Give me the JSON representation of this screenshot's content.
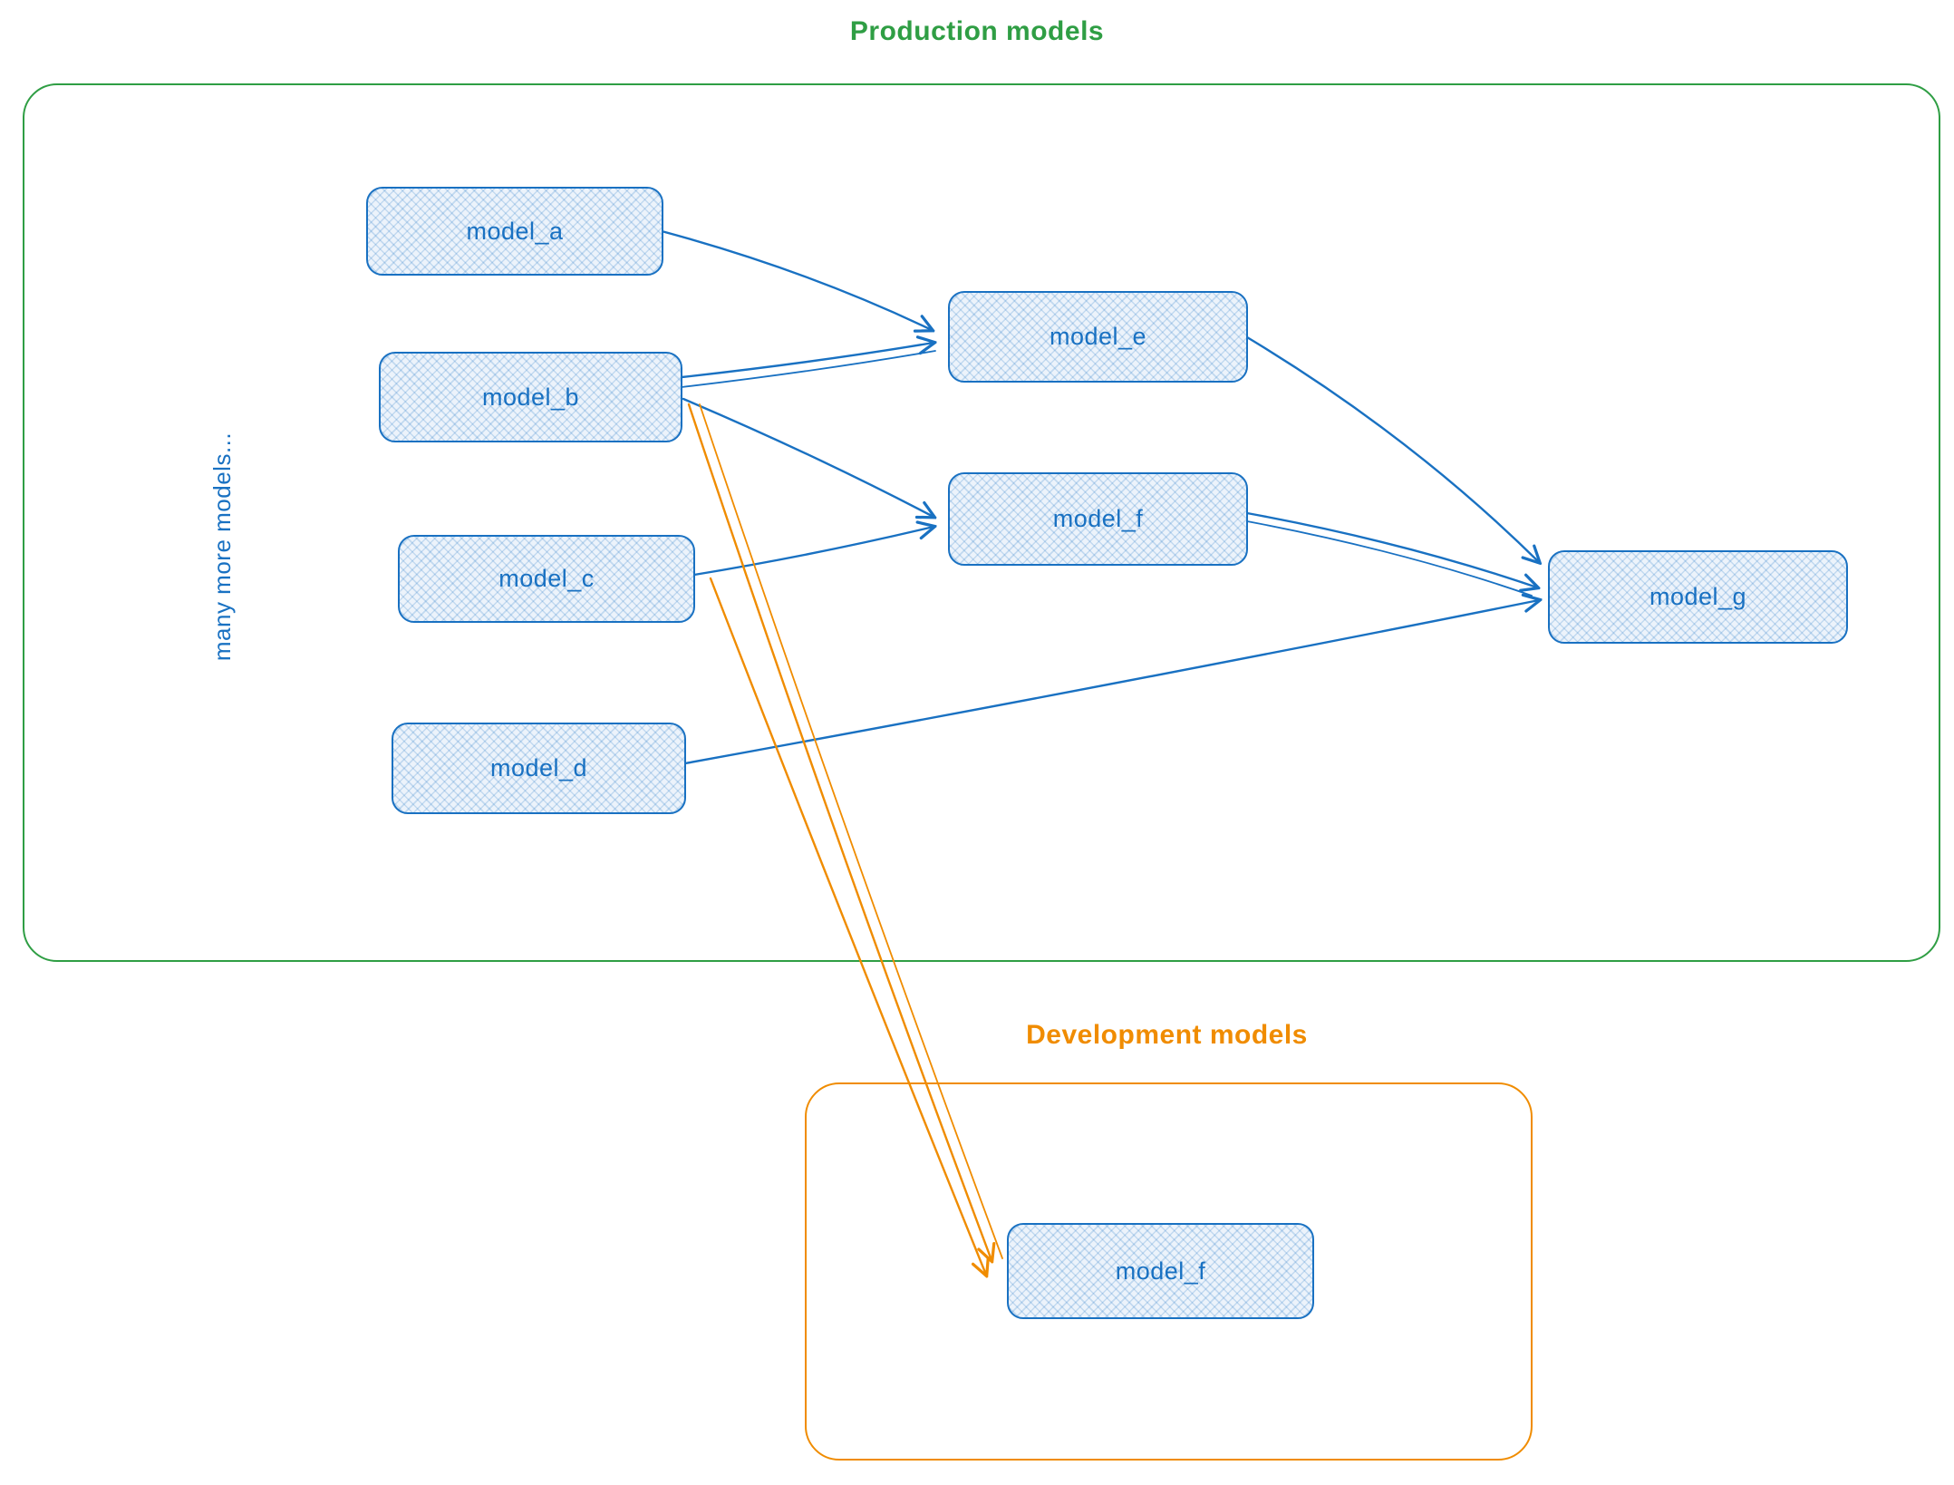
{
  "diagram": {
    "production": {
      "title": "Production models",
      "side_label": "many more models...",
      "nodes": [
        {
          "id": "model_a",
          "label": "model_a"
        },
        {
          "id": "model_b",
          "label": "model_b"
        },
        {
          "id": "model_c",
          "label": "model_c"
        },
        {
          "id": "model_d",
          "label": "model_d"
        },
        {
          "id": "model_e",
          "label": "model_e"
        },
        {
          "id": "model_f",
          "label": "model_f"
        },
        {
          "id": "model_g",
          "label": "model_g"
        }
      ]
    },
    "development": {
      "title": "Development models",
      "nodes": [
        {
          "id": "model_f_dev",
          "label": "model_f"
        }
      ]
    },
    "edges": [
      {
        "from": "model_a",
        "to": "model_e",
        "color": "blue"
      },
      {
        "from": "model_b",
        "to": "model_e",
        "color": "blue"
      },
      {
        "from": "model_b",
        "to": "model_f",
        "color": "blue"
      },
      {
        "from": "model_c",
        "to": "model_f",
        "color": "blue"
      },
      {
        "from": "model_e",
        "to": "model_g",
        "color": "blue"
      },
      {
        "from": "model_f",
        "to": "model_g",
        "color": "blue"
      },
      {
        "from": "model_d",
        "to": "model_g",
        "color": "blue"
      },
      {
        "from": "model_b",
        "to": "model_f_dev",
        "color": "orange"
      },
      {
        "from": "model_c",
        "to": "model_f_dev",
        "color": "orange"
      }
    ],
    "colors": {
      "node_border": "#1971c2",
      "node_fill": "#ecf3fb",
      "production_border": "#2f9e44",
      "production_title": "#2f9e44",
      "development_border": "#f08c00",
      "development_title": "#f08c00",
      "edge_blue": "#1971c2",
      "edge_orange": "#f08c00"
    }
  }
}
